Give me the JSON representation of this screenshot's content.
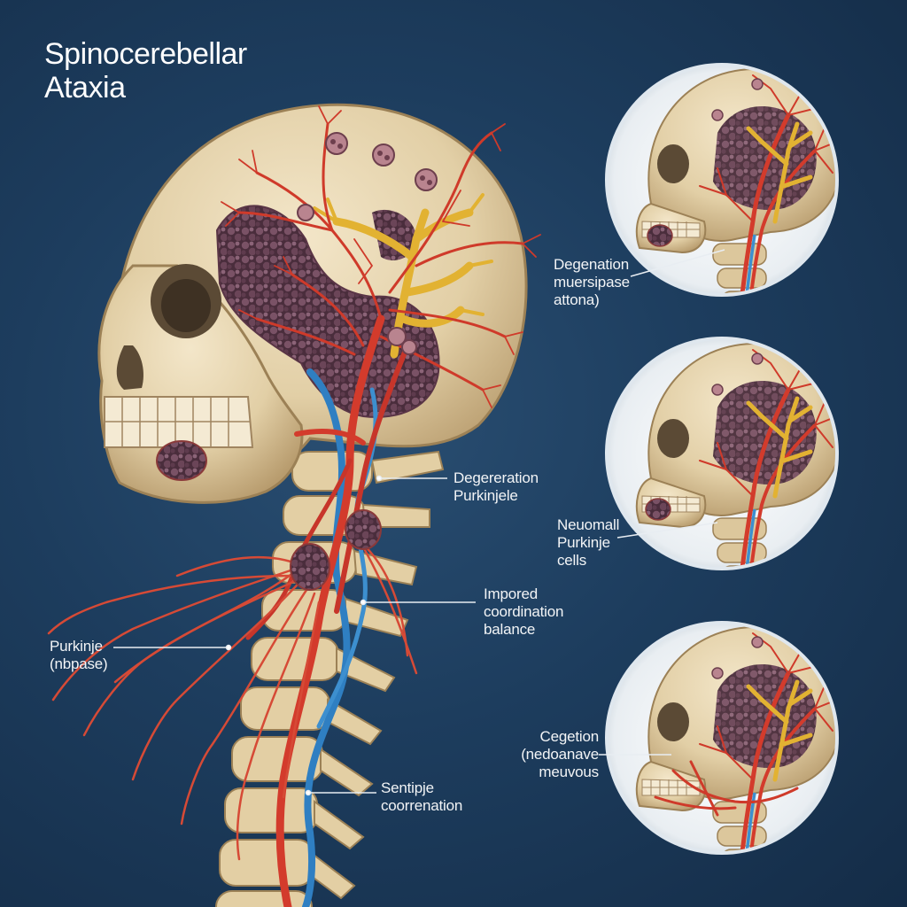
{
  "title": {
    "line1": "Spinocerebellar",
    "line2": "Ataxia"
  },
  "labels": {
    "main_degeneration": {
      "line1": "Degereration",
      "line2": "Purkinjele"
    },
    "main_impored": {
      "line1": "Impored",
      "line2": "coordination",
      "line3": "balance"
    },
    "main_purkinje": {
      "line1": "Purkinje",
      "line2": "(nbpase)"
    },
    "main_sentipje": {
      "line1": "Sentipje",
      "line2": "coorrenation"
    },
    "inset1": {
      "line1": "Degenation",
      "line2": "muersipase",
      "line3": "attona)"
    },
    "inset2": {
      "line1": "Neuomall",
      "line2": "Purkinje",
      "line3": "cells"
    },
    "inset3": {
      "line1": "Cegetion",
      "line2": "(nedoanave",
      "line3": "meuvous"
    }
  }
}
